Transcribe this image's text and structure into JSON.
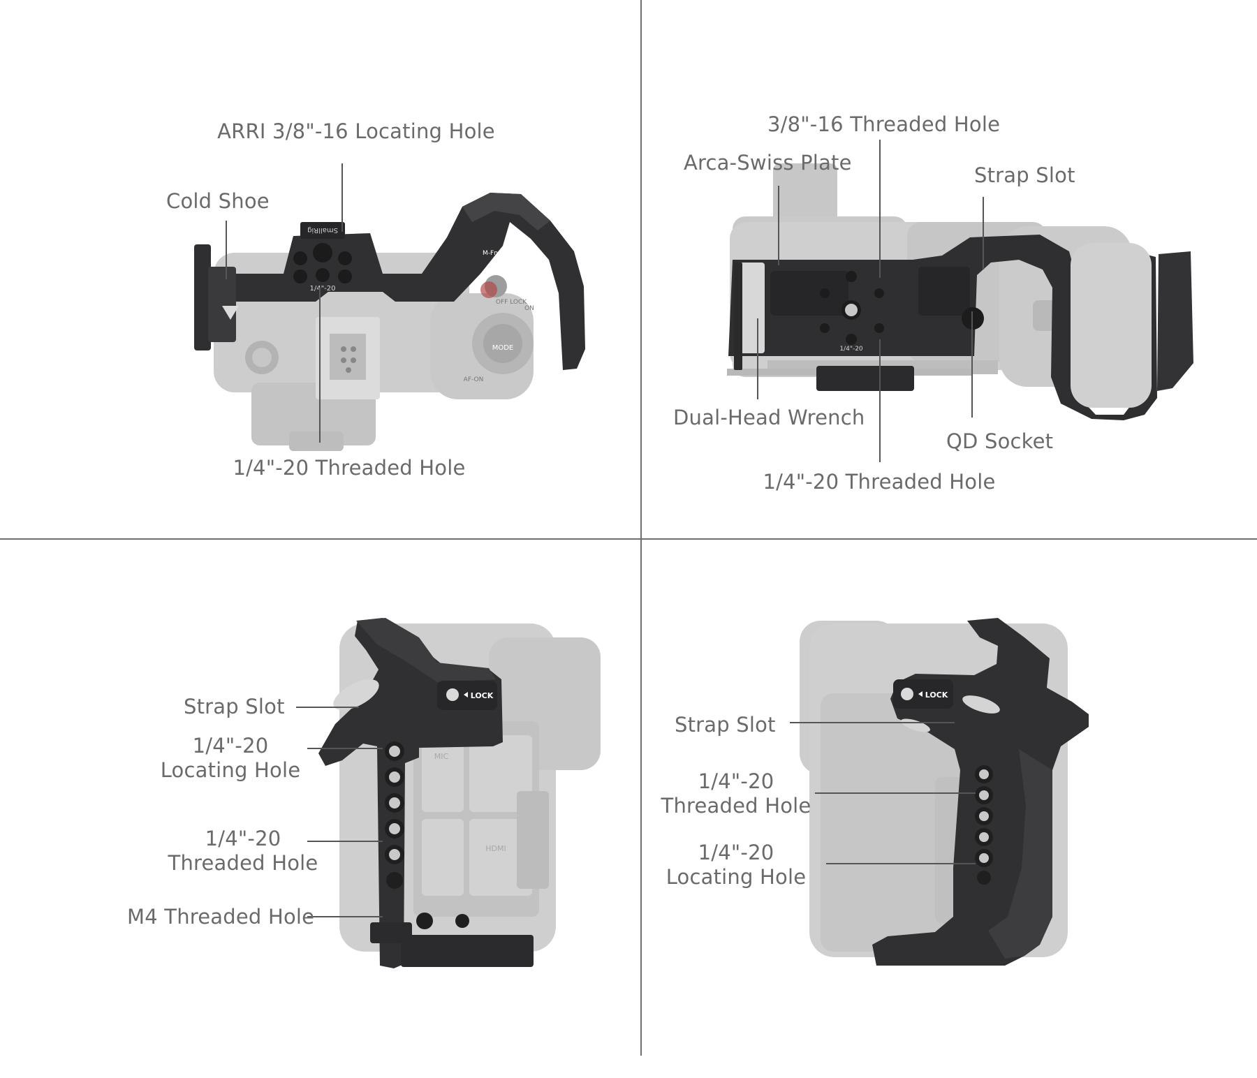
{
  "colors": {
    "background": "#ffffff",
    "divider": "#6f6f6f",
    "label_text": "#6a6a6a",
    "leader_line": "#555555",
    "cage_metal": "#2e2e30",
    "camera_body": "#c9c9c9"
  },
  "panels": {
    "top_view": {
      "labels": {
        "arri_hole": "ARRI 3/8\"-16 Locating Hole",
        "cold_shoe": "Cold Shoe",
        "quarter_hole": "1/4\"-20 Threaded Hole"
      },
      "engravings": {
        "brand": "SmallRig",
        "thread": "1/4\"-20",
        "mode": "MODE",
        "offlock": "OFF LOCK",
        "on": "ON",
        "afon": "AF-ON",
        "mfn": "M-Fn"
      }
    },
    "bottom_view": {
      "labels": {
        "threaded_38": "3/8\"-16 Threaded Hole",
        "arca": "Arca-Swiss Plate",
        "strap_slot": "Strap Slot",
        "wrench": "Dual-Head Wrench",
        "qd_socket": "QD Socket",
        "quarter_hole": "1/4\"-20 Threaded Hole"
      },
      "engravings": {
        "thread": "1/4\"-20"
      }
    },
    "left_view": {
      "labels": {
        "strap_slot": "Strap Slot",
        "locating_1": "1/4\"-20",
        "locating_2": "Locating Hole",
        "threaded_1": "1/4\"-20",
        "threaded_2": "Threaded Hole",
        "m4": "M4 Threaded Hole"
      },
      "engravings": {
        "lock": "LOCK",
        "mic": "MIC",
        "hdmi": "HDMI"
      }
    },
    "right_view": {
      "labels": {
        "strap_slot": "Strap Slot",
        "threaded_1": "1/4\"-20",
        "threaded_2": "Threaded Hole",
        "locating_1": "1/4\"-20",
        "locating_2": "Locating Hole"
      },
      "engravings": {
        "lock": "LOCK"
      }
    }
  }
}
